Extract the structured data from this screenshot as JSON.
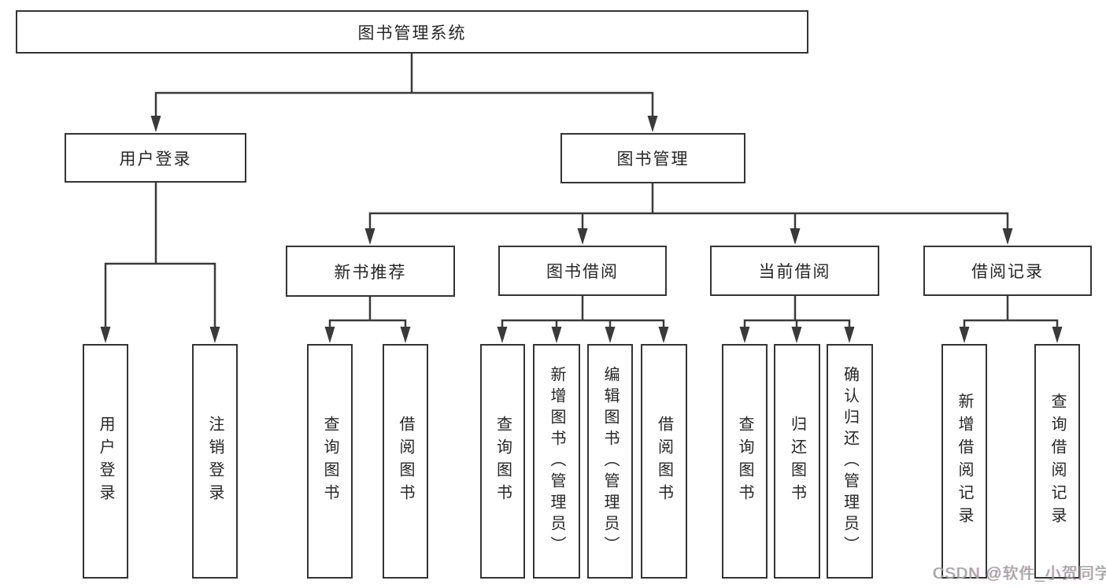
{
  "diagram": {
    "root": {
      "label": "图书管理系统"
    },
    "branches": [
      {
        "label": "用户登录",
        "leaves": [
          {
            "label": "用户登录"
          },
          {
            "label": "注销登录"
          }
        ]
      },
      {
        "label": "图书管理",
        "groups": [
          {
            "label": "新书推荐",
            "leaves": [
              {
                "label": "查询图书"
              },
              {
                "label": "借阅图书"
              }
            ]
          },
          {
            "label": "图书借阅",
            "leaves": [
              {
                "label": "查询图书"
              },
              {
                "label": "新增图书（管理员）"
              },
              {
                "label": "编辑图书（管理员）"
              },
              {
                "label": "借阅图书"
              }
            ]
          },
          {
            "label": "当前借阅",
            "leaves": [
              {
                "label": "查询图书"
              },
              {
                "label": "归还图书"
              },
              {
                "label": "确认归还（管理员）"
              }
            ]
          },
          {
            "label": "借阅记录",
            "leaves": [
              {
                "label": "新增借阅记录"
              },
              {
                "label": "查询借阅记录"
              }
            ]
          }
        ]
      }
    ],
    "watermark": "CSDN @软件_小贺同学",
    "colors": {
      "line": "#3a3a3a",
      "box_border": "#343434",
      "text": "#262626",
      "watermark": "#a1a1a1",
      "background": "#ffffff"
    }
  }
}
